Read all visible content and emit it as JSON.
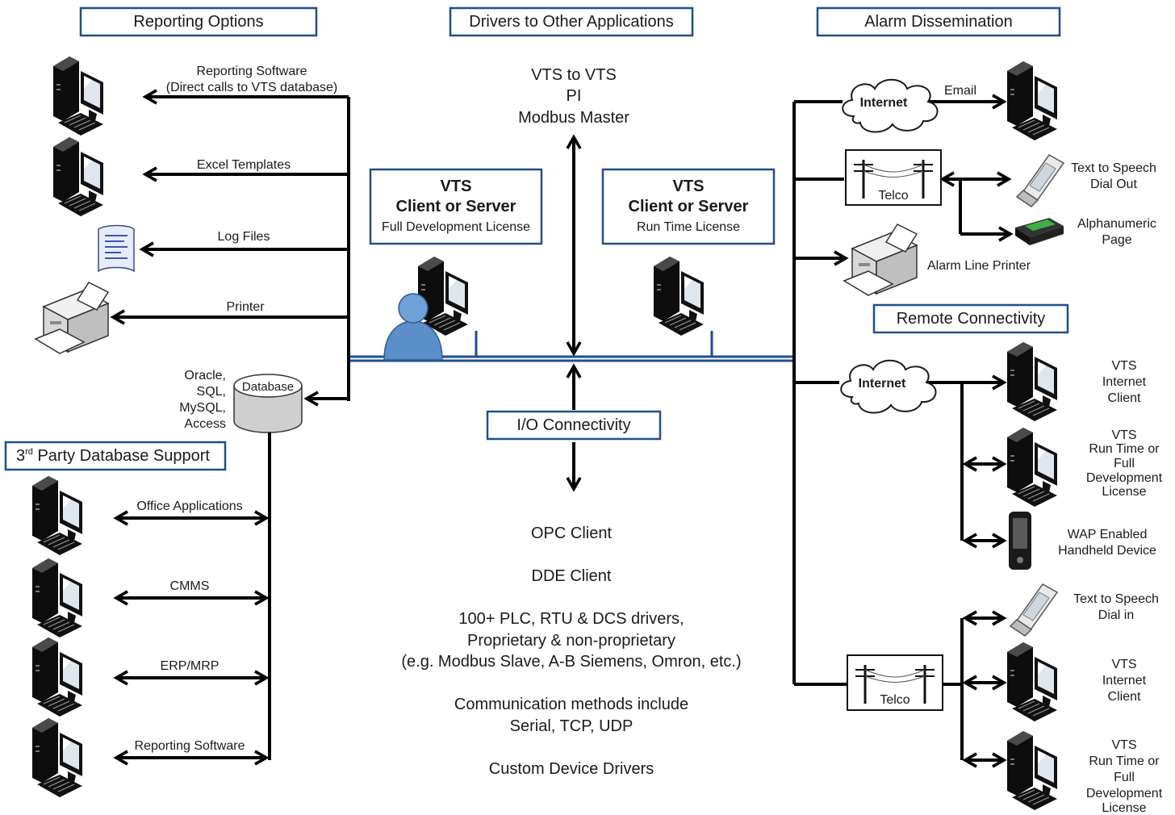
{
  "headers": {
    "reporting_options": "Reporting Options",
    "drivers_other": "Drivers to Other Applications",
    "alarm_dissemination": "Alarm Dissemination",
    "remote_connectivity": "Remote Connectivity",
    "io_connectivity": "I/O Connectivity",
    "third_party_main": "3",
    "third_party_sup": "rd",
    "third_party_rest": " Party Database Support"
  },
  "reporting": {
    "software_line1": "Reporting Software",
    "software_line2": "(Direct calls to VTS database)",
    "excel": "Excel Templates",
    "log_files": "Log Files",
    "printer": "Printer"
  },
  "database": {
    "label": "Database",
    "types": [
      "Oracle,",
      "SQL,",
      "MySQL,",
      "Access"
    ]
  },
  "third_party": {
    "items": [
      "Office Applications",
      "CMMS",
      "ERP/MRP",
      "Reporting Software"
    ]
  },
  "drivers": {
    "lines": [
      "VTS to VTS",
      "PI",
      "Modbus Master"
    ]
  },
  "vts_full": {
    "title": "VTS",
    "subtitle": "Client or Server",
    "license": "Full Development License"
  },
  "vts_runtime": {
    "title": "VTS",
    "subtitle": "Client or Server",
    "license": "Run Time License"
  },
  "io": {
    "opc": "OPC Client",
    "dde": "DDE Client",
    "plc_lines": [
      "100+ PLC, RTU & DCS drivers,",
      "Proprietary & non-proprietary",
      "(e.g. Modbus Slave, A-B Siemens, Omron, etc.)"
    ],
    "comm_lines": [
      "Communication methods include",
      "Serial, TCP, UDP"
    ],
    "custom": "Custom Device Drivers"
  },
  "alarm": {
    "internet": "Internet",
    "email": "Email",
    "telco": "Telco",
    "tts_line1": "Text to Speech",
    "tts_line2": "Dial Out",
    "page_line1": "Alphanumeric",
    "page_line2": "Page",
    "printer": "Alarm Line Printer"
  },
  "remote": {
    "internet": "Internet",
    "telco": "Telco",
    "internet_client": [
      "VTS",
      "Internet",
      "Client"
    ],
    "runtime_client": [
      "VTS",
      "Run Time or",
      "Full",
      "Development",
      "License"
    ],
    "wap": [
      "WAP Enabled",
      "Handheld Device"
    ],
    "tts_in": [
      "Text to Speech",
      "Dial in"
    ],
    "telco_internet_client": [
      "VTS",
      "Internet",
      "Client"
    ],
    "telco_runtime_client": [
      "VTS",
      "Run Time or",
      "Full",
      "Development",
      "License"
    ]
  },
  "colors": {
    "header_border": "#1f4e8f",
    "bus": "#1f4e8f",
    "user": "#5b8fc9"
  }
}
